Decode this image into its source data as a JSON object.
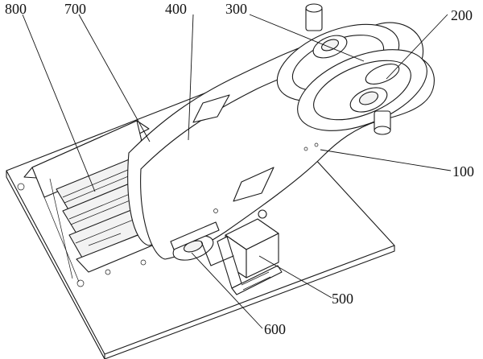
{
  "figure": {
    "reference_labels": [
      {
        "id": "label-800",
        "text": "800"
      },
      {
        "id": "label-700",
        "text": "700"
      },
      {
        "id": "label-400",
        "text": "400"
      },
      {
        "id": "label-300",
        "text": "300"
      },
      {
        "id": "label-200",
        "text": "200"
      },
      {
        "id": "label-100",
        "text": "100"
      },
      {
        "id": "label-500",
        "text": "500"
      },
      {
        "id": "label-600",
        "text": "600"
      }
    ]
  }
}
